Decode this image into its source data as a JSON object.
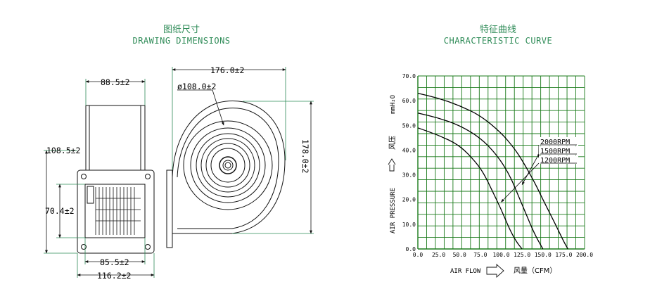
{
  "drawing": {
    "title_cn": "图纸尺寸",
    "title_en": "DRAWING DIMENSIONS",
    "dims": {
      "top_width": "88.5±2",
      "height_side": "108.5±2",
      "inner_height": "70.4±2",
      "outlet_inner": "85.5±2",
      "outlet_outer": "116.2±2",
      "overall_width": "176.0±2",
      "wheel_dia": "ø108.0±2",
      "overall_height": "178.0±2"
    }
  },
  "curve": {
    "title_cn": "特征曲线",
    "title_en": "CHARACTERISTIC CURVE",
    "y_label_en": "AIR PRESSURE",
    "y_label_cn": "风压",
    "y_unit": "mmH₂O",
    "x_label_en": "AIR FLOW",
    "x_label_cn": "风量（CFM）",
    "y_ticks": [
      "0.0",
      "10.0",
      "20.0",
      "30.0",
      "40.0",
      "50.0",
      "60.0",
      "70.0"
    ],
    "x_ticks": [
      "0.0",
      "25.0",
      "50.0",
      "75.0",
      "100.0",
      "125.0",
      "150.0",
      "175.0",
      "200.0"
    ],
    "grid_color": "#1a7a1a"
  },
  "chart_data": {
    "type": "line",
    "title": "CHARACTERISTIC CURVE",
    "xlabel": "AIR FLOW 风量（CFM）",
    "ylabel": "AIR PRESSURE 风压 mmH₂O",
    "xlim": [
      0,
      200
    ],
    "ylim": [
      0,
      70
    ],
    "grid": true,
    "series": [
      {
        "name": "2000RPM",
        "x": [
          0,
          25,
          50,
          75,
          100,
          115,
          125,
          140,
          150,
          165,
          175,
          180
        ],
        "y": [
          63,
          61,
          58,
          54,
          47,
          41,
          36,
          27,
          20,
          10,
          3,
          0
        ]
      },
      {
        "name": "1500RPM",
        "x": [
          0,
          25,
          50,
          75,
          95,
          110,
          120,
          130,
          140,
          150
        ],
        "y": [
          55,
          53,
          50,
          45,
          38,
          30,
          22,
          14,
          6,
          0
        ]
      },
      {
        "name": "1200RPM",
        "x": [
          0,
          25,
          50,
          70,
          80,
          90,
          100,
          110,
          118,
          125
        ],
        "y": [
          49,
          46,
          42,
          35,
          30,
          23,
          16,
          8,
          3,
          0
        ]
      }
    ]
  }
}
